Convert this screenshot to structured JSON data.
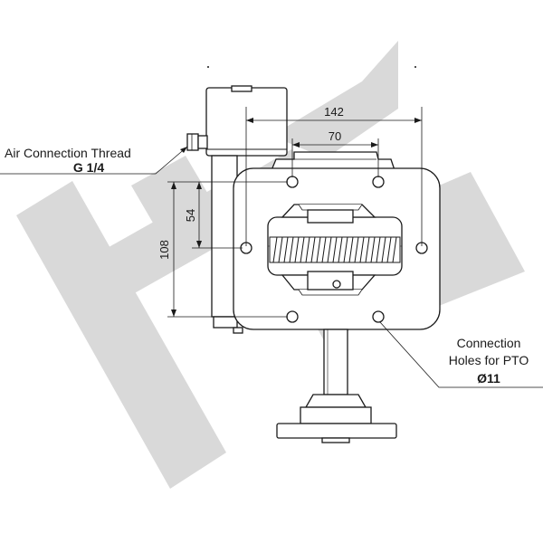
{
  "colors": {
    "line": "#1a1a1a",
    "watermark": "#d9d9d9"
  },
  "dimensions": {
    "overall_width": "142",
    "hole_spacing_top": "70",
    "vertical_half": "54",
    "vertical_full": "108"
  },
  "callouts": {
    "air_connection": {
      "title": "Air Connection Thread",
      "value": "G 1/4"
    },
    "pto_holes": {
      "line1": "Connection",
      "line2": "Holes for PTO",
      "value": "Ø11"
    }
  }
}
